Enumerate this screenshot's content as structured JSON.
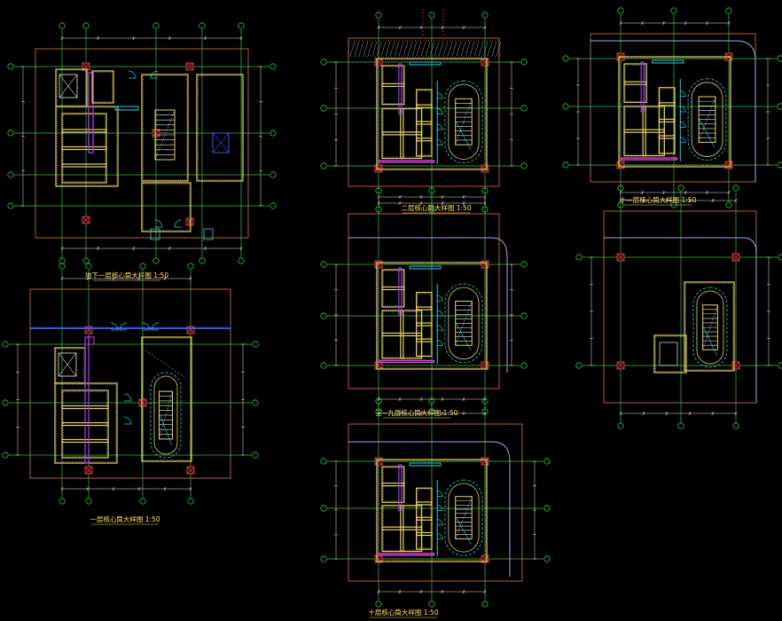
{
  "drawing": {
    "background": "#000000",
    "colors": {
      "frame": "#b5622a",
      "grid": "#2ecc40",
      "axis": "#3ac13a",
      "wall": "#e8d36a",
      "partition": "#d7c34e",
      "purple": "#a23be2",
      "magenta": "#e040e0",
      "cyan": "#22d3e6",
      "blue": "#2d5bff",
      "dim": "#9aa6ff",
      "red": "#d23a3a",
      "white": "#e8e8e8",
      "title": "#ffe066"
    }
  },
  "sheets": [
    {
      "id": "p1",
      "title": "地下一层核心筒大样图 1:50"
    },
    {
      "id": "p2",
      "title": "一层核心筒大样图 1:50"
    },
    {
      "id": "p3",
      "title": "二层核心筒大样图 1:50"
    },
    {
      "id": "p4",
      "title": "三~九层核心筒大样图 1:50"
    },
    {
      "id": "p5",
      "title": "十层核心筒大样图 1:50"
    },
    {
      "id": "p6",
      "title": "十一层核心筒大样图 1:50"
    },
    {
      "id": "p7",
      "title": ""
    }
  ]
}
